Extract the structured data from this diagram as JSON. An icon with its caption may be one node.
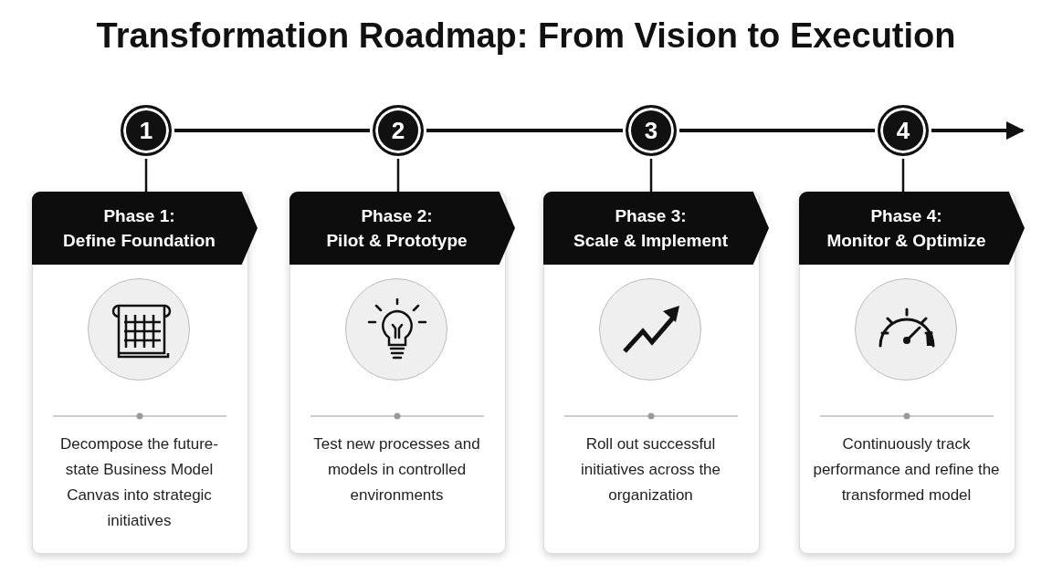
{
  "diagram": {
    "title": "Transformation Roadmap: From Vision to Execution",
    "nodes": [
      {
        "text": [
          "1"
        ]
      },
      {
        "text": [
          "2"
        ]
      },
      {
        "text": [
          "3"
        ]
      },
      {
        "text": [
          "4"
        ]
      },
      {
        "text": [
          "Phase 1: Define Foundation",
          "Decompose the future-state Business Model Canvas into strategic initiatives"
        ]
      },
      {
        "text": [
          "Phase 2: Pilot & Prototype",
          "Test new processes and models in controlled environments"
        ]
      },
      {
        "text": [
          "Phase 3: Scale & Implement",
          "Roll out successful initiatives across the organization"
        ]
      },
      {
        "text": [
          "Phase 4: Monitor & Optimize",
          "Continuously track performance and refine the transformed model"
        ]
      }
    ],
    "edges": [
      {
        "from": 0,
        "to": 1,
        "arrow": "none"
      },
      {
        "from": 1,
        "to": 2,
        "arrow": "none"
      },
      {
        "from": 2,
        "to": 3,
        "arrow": "none"
      },
      {
        "from": 3,
        "to": null,
        "arrow": "to"
      },
      {
        "from": 0,
        "to": 4,
        "arrow": "none"
      },
      {
        "from": 1,
        "to": 5,
        "arrow": "none"
      },
      {
        "from": 2,
        "to": 6,
        "arrow": "none"
      },
      {
        "from": 3,
        "to": 7,
        "arrow": "none"
      }
    ]
  }
}
